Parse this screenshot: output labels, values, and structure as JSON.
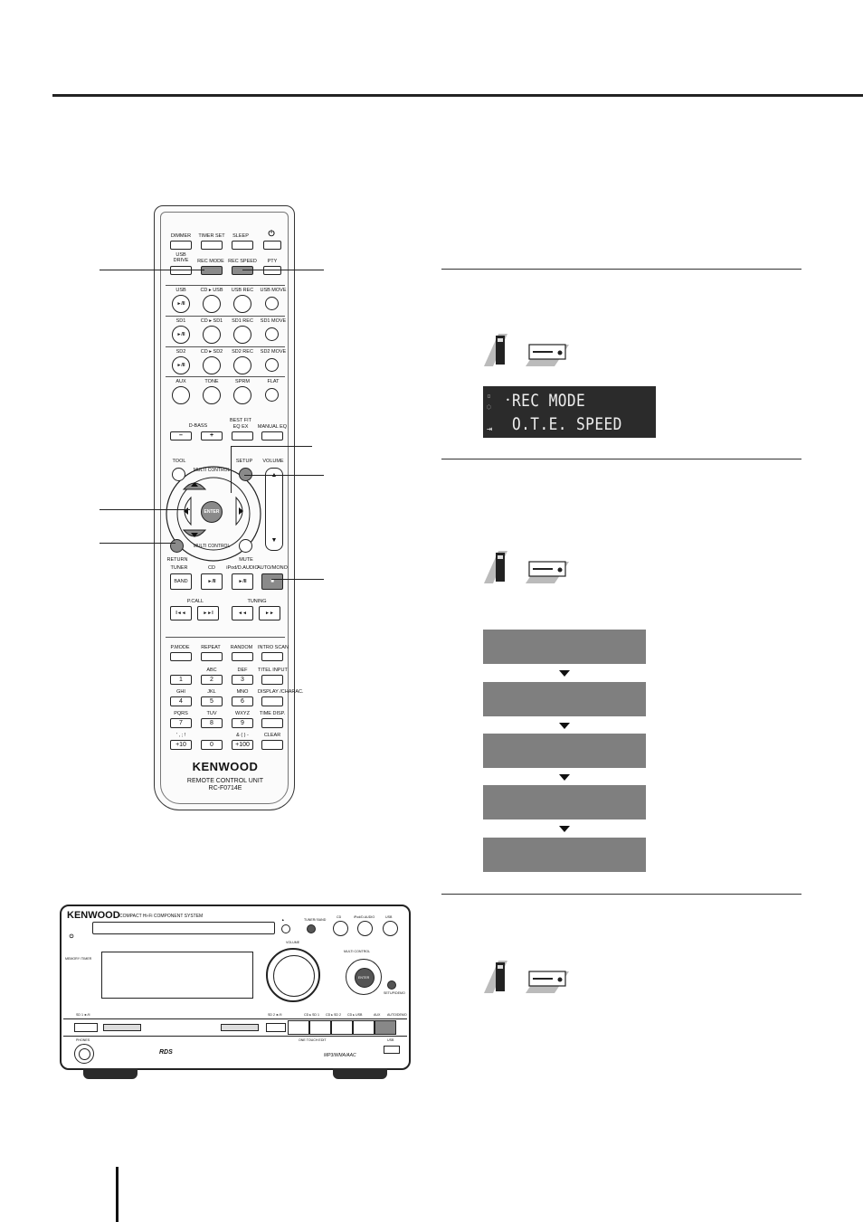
{
  "remote": {
    "brand": "KENWOOD",
    "model_line1": "REMOTE CONTROL UNIT",
    "model_line2": "RC-F0714E",
    "row1": [
      "DIMMER",
      "TIMER SET",
      "SLEEP"
    ],
    "power_icon": "power-icon",
    "row2_usb_drive": "USB DRIVE",
    "row2": [
      "REC MODE",
      "REC SPEED",
      "PTY"
    ],
    "row3": [
      "USB",
      "CD ▸ USB",
      "USB REC",
      "USB MOVE"
    ],
    "row4": [
      "SD1",
      "CD ▸ SD1",
      "SD1 REC",
      "SD1 MOVE"
    ],
    "row5": [
      "SD2",
      "CD ▸ SD2",
      "SD2 REC",
      "SD2 MOVE"
    ],
    "row6": [
      "AUX",
      "TONE",
      "SPRM",
      "FLAT"
    ],
    "dbass": "D-BASS",
    "best_fit": "BEST FIT",
    "eq_ex": "EQ EX",
    "manual_eq": "MANUAL EQ",
    "minus": "–",
    "plus": "+",
    "tool": "TOOL",
    "setup": "SETUP",
    "volume": "VOLUME",
    "multi_control": "MULTI CONTROL",
    "enter": "ENTER",
    "return": "RETURN",
    "mute": "MUTE",
    "tuner": "TUNER",
    "band": "BAND",
    "cd": "CD",
    "ipod_audio": "iPod/D.AUDIO",
    "auto_mono": "AUTO/MONO",
    "play_pause": "►/II",
    "stop": "■",
    "pcall": "P.CALL",
    "tuning": "TUNING",
    "prev": "I◄◄",
    "next": "►►I",
    "rew": "◄◄",
    "ffw": "►►",
    "row_pmode": [
      "P.MODE",
      "REPEAT",
      "RANDOM",
      "INTRO SCAN"
    ],
    "keypad": [
      {
        "top": "",
        "num": "1"
      },
      {
        "top": "ABC",
        "num": "2"
      },
      {
        "top": "DEF",
        "num": "3"
      },
      {
        "top": "TITEL INPUT",
        "num": ""
      },
      {
        "top": "GHI",
        "num": "4"
      },
      {
        "top": "JKL",
        "num": "5"
      },
      {
        "top": "MNO",
        "num": "6"
      },
      {
        "top": "DISPLAY /CHARAC.",
        "num": ""
      },
      {
        "top": "PQRS",
        "num": "7"
      },
      {
        "top": "TUV",
        "num": "8"
      },
      {
        "top": "WXYZ",
        "num": "9"
      },
      {
        "top": "TIME DISP.",
        "num": ""
      },
      {
        "top": "' , ; !",
        "num": "+10"
      },
      {
        "top": "",
        "num": "0"
      },
      {
        "top": "& ( ) -",
        "num": "+100"
      },
      {
        "top": "CLEAR",
        "num": ""
      }
    ]
  },
  "lcd": {
    "line1": "REC MODE",
    "line2": "O.T.E. SPEED"
  },
  "unit": {
    "brand": "KENWOOD",
    "subtitle": "COMPACT Hi-Fi COMPONENT SYSTEM",
    "volume": "VOLUME",
    "multi_control": "MULTI CONTROL",
    "enter": "ENTER",
    "tuner_band": "TUNER/ BAND",
    "cd": "CD",
    "ipod": "iPod/D.AUDIO",
    "usb": "USB",
    "memory_timer": "MEMORY /TIMER",
    "setup_demo": "SETUP/DEMO",
    "sd1": "SD 1 ►/II",
    "sd2": "SD 2 ►/II",
    "cd_sd1": "CD ▸ SD 1",
    "cd_sd2": "CD ▸ SD 2",
    "cd_usb": "CD ▸ USB",
    "aux": "AUX",
    "auto_demo": "AUTO/DEMO",
    "one_touch": "ONE TOUCH EDIT",
    "phones": "PHONES",
    "rds": "RDS",
    "formats": "MP3/WMA/AAC",
    "usb_port": "USB",
    "eject": "▲"
  }
}
